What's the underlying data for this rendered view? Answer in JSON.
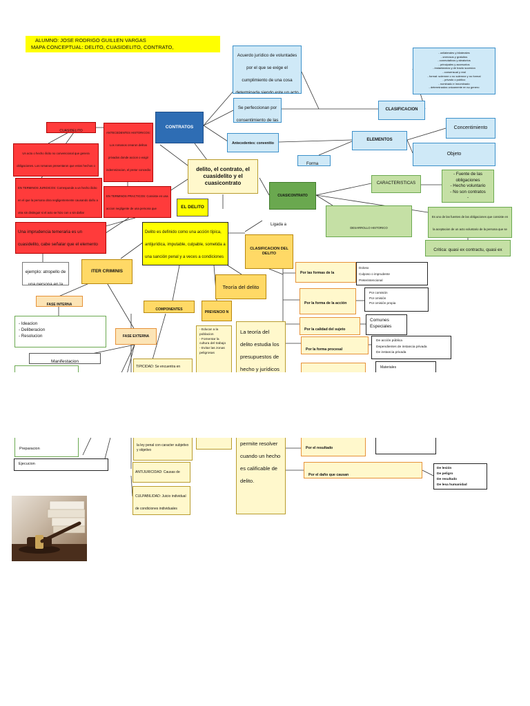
{
  "header": {
    "student": "ALUMNO: JOSE RODRIGO GUILLEN VARGAS",
    "title": "MAPA CONCEPTUAL: DELITO, CUASIDELITO, CONTRATO, CUASICONTRATO"
  },
  "center": "delito, el contrato, el cuasidelito y el cuasicontrato",
  "contratos": {
    "label": "CONTRATOS",
    "acuerdo": "Acuerdo jurídico de voluntades por el que se exige el cumplimiento de una cosa determinada siendo este un acto privado de dos o mas partes. crea obligaciones, genera derechos",
    "perfeccionan": "Se perfeccionan por consentimiento de las partes",
    "antecedentes": "Antecedentes: convenitio se divide en pactum y contractus",
    "forma": "Forma",
    "clasificacion_label": "CLASIFICACION",
    "clasificacion_items": [
      "- unilaterales y bilaterales",
      "- onerosos y gratuitos",
      "- conmutativos y aleatorios",
      "- principales y accesorios",
      "- instantaneos y de tracto sucesivo",
      "- consensual y real",
      "- formal: solemne o no solemne y no formal",
      "- privado o publico",
      "- nominado e innominado",
      "- determinados unicamente en su genero"
    ],
    "elementos_label": "ELEMENTOS",
    "elementos": [
      "Concentimiento",
      "Objeto"
    ]
  },
  "cuasidelito": {
    "label": "CUASIDELITO",
    "definicion": "Un acto o hecho ilicito no convencional que genera obligaciones. Los romanos presentaron que estos hechos o actos ilicitos que causaban un daño, constituian un delito pero no estaban contemplados como delitos los llamaron como cuasidelitos",
    "antecedentes": "ANTECEDENTES HISTORICOS: Los romanos crearon delitos privados donde accion o exigir indemnizacion, el pretor concedio accion en otros casos fuera de los 4 delitos del derecho romano y a los cuales ciertos nuevos los llamo cuasi",
    "juridicos": "EN TERMINOS JURIDICOS: Corresponde a un hecho ilicito en el que la persona obra negligentemente causando daño a otra sin distinguir si el acto se hizo con o sin dañar efectivamente a la otra. El cuasidelito no esta usado en el ambito del derecho civil: el delito culposo o imprudente no esta usado",
    "practicos": "EN TERMINOS PRACTICOS: Consiste en una accion negligente de una persona que ocasiona daño a otra, indiferente que exista intencionalidad o no de dañar por parte del agresor o victimario",
    "imprudencia": "Una imprudencia temeraria es un cuasidelito, cabe señalar que el elemento fundamental es la falta de cuidado o la imprudencia o negligencia",
    "ejemplo": "ejemplo: atropello de una persona en la via publica"
  },
  "cuasicontrato": {
    "label": "CUASICONTRATO",
    "caracteristicas_label": "CARACTERISTICAS",
    "caracteristicas": [
      "- Fuente de las obligaciones",
      "- Hecho voluntario",
      "- No son contratos",
      "-"
    ],
    "desarrollo": "DESARROLLO HISTORICO\nEn los institutos de Justiniano titulo XVII: Aquellas obligaciones que no nacen propiamente de un contrato sino junto que no tomando su fundamento en un delito, parecen hacer como de un contrato\nFundamento: nadie puede enriquecerse sin causa adjundicando al otro",
    "definicion": "Es uno de las fuentes de las obligaciones que consiste en la aceptacion de un acto voluntario de la persona que se obliga, licito y de caracter no convencional que hacen",
    "critica": "Critica: quasi ex contractu, quasi ex delito"
  },
  "delito": {
    "label": "EL DELITO",
    "definicion": "Delito es definido como una acción típica, antijurídica, imputable, culpable, sometida a una sanción penal y a veces a condiciones objetivas de punibilidad. Supone una infracción del derecho penal. Es decir, una acción u omisión tipificada y penada por la ley.",
    "ligada": "Ligada a",
    "teoria_label": "Teoría del delito",
    "teoria": "La teoría del delito estudia los presupuestos de hecho y jurídicos que deben concurrir para establecer la existencia de un delito, es decir, permite resolver cuando un hecho es calificable de delito."
  },
  "iter": {
    "label": "ITER CRIMINIS",
    "fase_interna": "FASE INTERNA",
    "interna_items": [
      "- Ideacion",
      "- Deliberacion",
      "- Resolucion"
    ],
    "fase_externa": "FASE EXTERNA",
    "externa_items": [
      "Manifestacion",
      "Preparacion",
      "Ejecucion"
    ]
  },
  "componentes": {
    "label": "COMPONENTES",
    "tipicidad": "TIPICIDAD: Se encuentra en",
    "tipicidad_rest": "la ley penal con caracter subjetivo y objetivo",
    "antijuricidad": "ANTIJURICIDAD: Causas de justificacion",
    "culpabilidad": "CULPABILIDAD: Juicio individual de condiciones individuales"
  },
  "prevencion": {
    "label": "PREVENCIO N",
    "items": [
      "- Educar a la poblacion",
      "- Fomentar la cultura del trabajo",
      "- Evitar las zonas peligrosas"
    ]
  },
  "clasificacion_delito": {
    "label": "CLASIFICACION DEL DELITO",
    "groups": [
      {
        "label": "Por las formas de la",
        "items": [
          "Doloso",
          "Culposo o imprudente",
          "Preterintencional"
        ]
      },
      {
        "label": "Por la forma de la acción",
        "items": [
          "Por comisión",
          "Por omisión",
          "Por omisión propia"
        ]
      },
      {
        "label": "Por la calidad del sujeto activo",
        "items": [
          "Comunes",
          "Especiales"
        ]
      },
      {
        "label": "Por la forma procesal",
        "items": [
          "De acción pública",
          "Dependientes de instancia privada",
          "De instancia privada"
        ]
      },
      {
        "label": "Por el resultado",
        "items": [
          "Materiales"
        ]
      },
      {
        "label": "Por el daño que causan",
        "items": [
          "De lesión",
          "De peligro",
          "De resultado",
          "De lesa humanidad"
        ]
      }
    ]
  }
}
